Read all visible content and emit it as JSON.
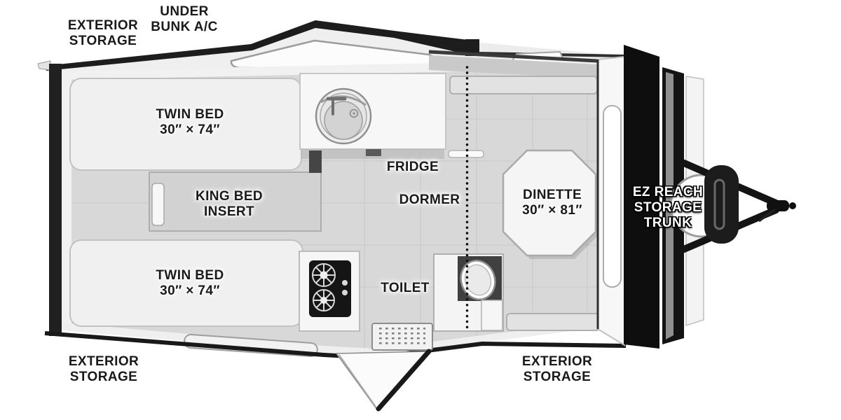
{
  "labels": {
    "exterior_storage_top": "EXTERIOR\nSTORAGE",
    "under_bunk_ac": "UNDER\nBUNK A/C",
    "twin_bed_top": "TWIN BED\n30″ × 74″",
    "king_bed_insert": "KING BED\nINSERT",
    "twin_bed_bottom": "TWIN BED\n30″ × 74″",
    "fridge": "FRIDGE",
    "dormer": "DORMER",
    "dinette": "DINETTE\n30″ × 81″",
    "toilet": "TOILET",
    "ez_reach_storage_trunk": "EZ REACH\nSTORAGE\nTRUNK",
    "exterior_storage_bottom_left": "EXTERIOR\nSTORAGE",
    "exterior_storage_bottom_right": "EXTERIOR\nSTORAGE"
  },
  "colors": {
    "outline": "#1d1d1d",
    "floor": "#d8d8d8",
    "furniture": "#f2f2f2",
    "trunk": "#101010",
    "label_text": "#1a1a1a",
    "outlined_label_text": "#ffffff"
  }
}
